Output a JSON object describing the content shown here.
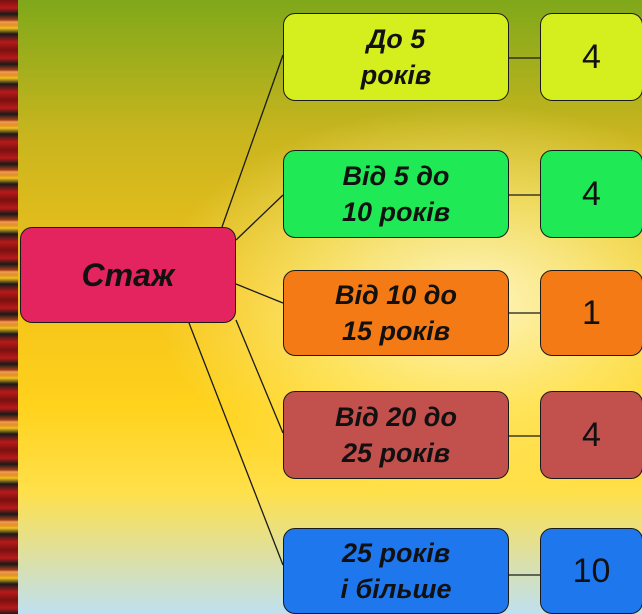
{
  "root": {
    "label": "Стаж",
    "color": "#e3245f"
  },
  "categories": [
    {
      "label": "До 5\nроків",
      "count": "4",
      "color": "#d5ee1d"
    },
    {
      "label": "Від 5 до\n10 років",
      "count": "4",
      "color": "#1fe954"
    },
    {
      "label": "Від 10 до\n15 років",
      "count": "1",
      "color": "#f47a16"
    },
    {
      "label": "Від 20 до\n25 років",
      "count": "4",
      "color": "#c2504c"
    },
    {
      "label": "25 років\nі більше",
      "count": "10",
      "color": "#1f77ee"
    }
  ]
}
